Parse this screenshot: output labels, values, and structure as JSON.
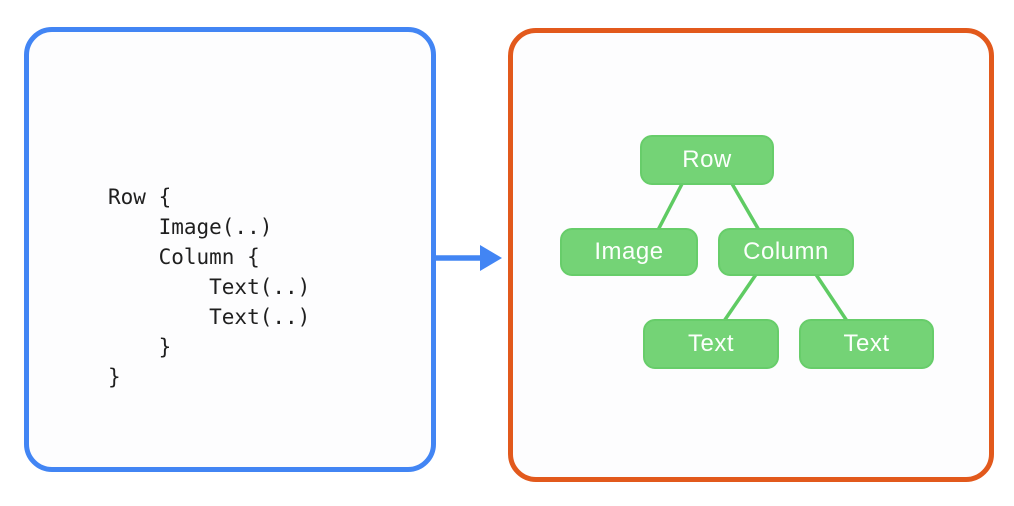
{
  "diagram_title": "code-to-ui-tree-mapping",
  "code": {
    "lines": [
      "Row {",
      "    Image(..)",
      "    Column {",
      "        Text(..)",
      "        Text(..)",
      "    }",
      "}"
    ]
  },
  "tree": {
    "nodes": [
      {
        "id": "row",
        "label": "Row",
        "parent": null
      },
      {
        "id": "image",
        "label": "Image",
        "parent": "row"
      },
      {
        "id": "column",
        "label": "Column",
        "parent": "row"
      },
      {
        "id": "text1",
        "label": "Text",
        "parent": "column"
      },
      {
        "id": "text2",
        "label": "Text",
        "parent": "column"
      }
    ]
  },
  "colors": {
    "code_panel_border": "#4285F4",
    "arrow": "#4285F4",
    "tree_panel_border": "#E2591C",
    "node_fill": "#74D376",
    "edge_stroke": "#5FCB63",
    "node_text": "#FCFFFC",
    "code_text": "#1F1F1F",
    "background": "#FFFFFF"
  }
}
